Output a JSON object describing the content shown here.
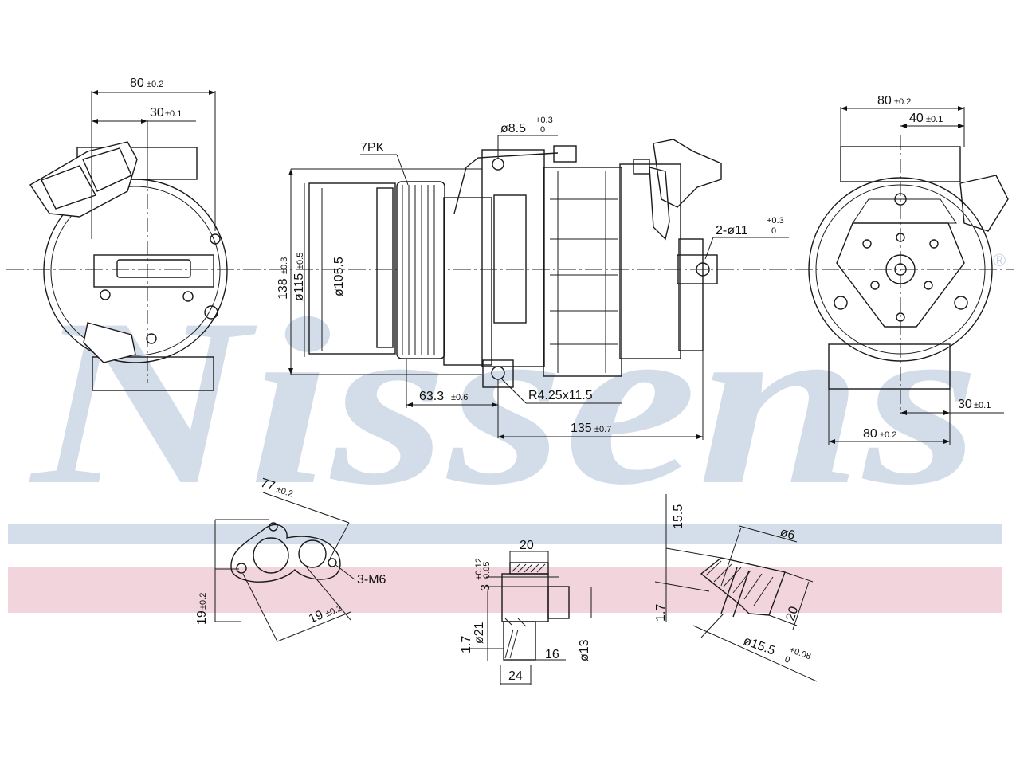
{
  "watermark": {
    "brand": "Nissens",
    "registered_mark": "®",
    "band_blue": "#d4deea",
    "band_red": "#f2d4dc",
    "text_color": "#d2dde9"
  },
  "left_view": {
    "dim_width": "80",
    "dim_width_tol": "±0.2",
    "dim_offset": "30",
    "dim_offset_tol": "±0.1"
  },
  "side_view": {
    "pulley_label": "7PK",
    "hole_dia": "ø8.5",
    "hole_tol_upper": "+0.3",
    "hole_tol_lower": "0",
    "mount_holes": "2-ø11",
    "mount_tol_upper": "+0.3",
    "mount_tol_lower": "0",
    "dim_height": "138",
    "dim_height_tol": "±0.3",
    "dim_pulley_outer": "ø115",
    "dim_pulley_outer_tol": "±0.5",
    "dim_pulley_inner": "ø105.5",
    "dim_pulley_offset": "63.3",
    "dim_pulley_offset_tol": "±0.6",
    "slot": "R4.25x11.5",
    "dim_length": "135",
    "dim_length_tol": "±0.7"
  },
  "right_view": {
    "dim_top_width": "80",
    "dim_top_width_tol": "±0.2",
    "dim_top_offset": "40",
    "dim_top_offset_tol": "±0.1",
    "dim_bottom_offset": "30",
    "dim_bottom_offset_tol": "±0.1",
    "dim_bottom_width": "80",
    "dim_bottom_width_tol": "±0.2"
  },
  "detail_a": {
    "dim_top": "77",
    "dim_top_tol": "±0.2",
    "threads": "3-M6",
    "dim_left": "19",
    "dim_left_tol": "±0.2",
    "dim_bottom": "19",
    "dim_bottom_tol": "±0.2"
  },
  "detail_b": {
    "dim_top": "20",
    "dim_groove": "3",
    "dim_groove_tol_upper": "+0.12",
    "dim_groove_tol_lower": "0.05",
    "dim_dia_left": "ø21",
    "dim_left_small": "1.7",
    "dim_right": "16",
    "dim_dia_right": "ø13",
    "dim_bottom": "24"
  },
  "detail_c": {
    "dim_top": "15.5",
    "dim_dia_small": "ø6",
    "dim_left": "1.7",
    "dim_right": "20",
    "dim_dia": "ø15.5",
    "dim_dia_tol_upper": "+0.08",
    "dim_dia_tol_lower": "0"
  }
}
